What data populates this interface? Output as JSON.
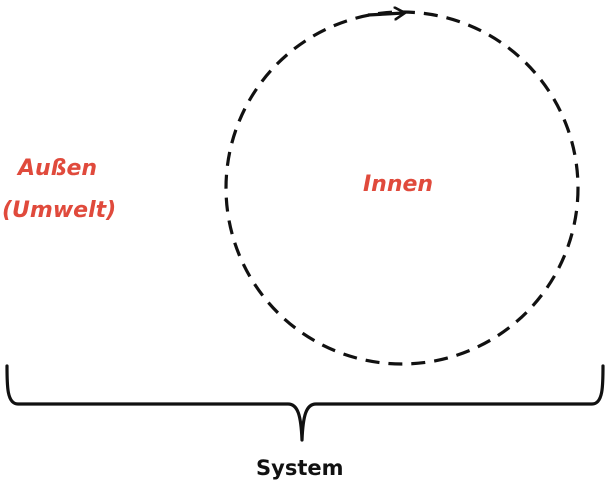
{
  "labels": {
    "outside_line1": "Außen",
    "outside_line2": "(Umwelt)",
    "inside": "Innen",
    "system": "System"
  },
  "colors": {
    "accent": "#e04a3c",
    "ink": "#111111"
  }
}
